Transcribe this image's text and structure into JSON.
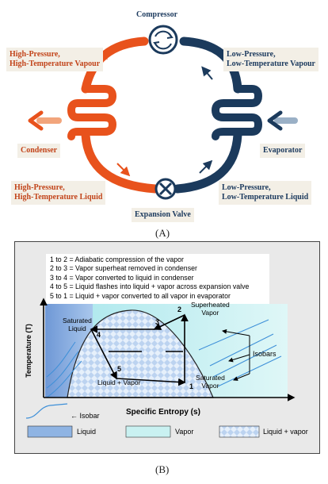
{
  "panel_a": {
    "compressor": "Compressor",
    "hp_vapour_line1": "High-Pressure,",
    "hp_vapour_line2": "High-Temperature Vapour",
    "lp_vapour_line1": "Low-Pressure,",
    "lp_vapour_line2": "Low-Temperature Vapour",
    "condenser": "Condenser",
    "evaporator": "Evaporator",
    "hp_liquid_line1": "High-Pressure,",
    "hp_liquid_line2": "High-Temperature Liquid",
    "lp_liquid_line1": "Low-Pressure,",
    "lp_liquid_line2": "Low-Temperature Liquid",
    "expansion_valve": "Expansion Valve",
    "caption": "(A)"
  },
  "panel_b": {
    "legend_lines": [
      "1 to 2 = Adiabatic compression of the vapor",
      "2 to 3 = Vapor superheat removed in condenser",
      "3 to 4 = Vapor converted to liquid in condenser",
      "4 to 5 = Liquid flashes into liquid + vapor across expansion valve",
      "5 to 1 = Liquid + vapor converted to all vapor in evaporator"
    ],
    "y_axis": "Temperature (T)",
    "x_axis": "Specific Entropy (s)",
    "points": [
      "1",
      "2",
      "3",
      "4",
      "5"
    ],
    "saturated_liquid_1": "Saturated",
    "saturated_liquid_2": "Liquid",
    "superheated_1": "Superheated",
    "superheated_2": "Vapor",
    "saturated_vapor_1": "Saturated",
    "saturated_vapor_2": "Vapor",
    "liquid_vapor": "Liquid + Vapor",
    "isobars": "Isobars",
    "isobar_key": "← Isobar",
    "key_liquid": "Liquid",
    "key_vapor": "Vapor",
    "key_mix": "Liquid + vapor",
    "caption": "(B)"
  },
  "colors": {
    "hot": "#e8521c",
    "cold": "#1b3a5c",
    "liquid": "#8fb4e3",
    "vapor": "#c9f1f1"
  }
}
